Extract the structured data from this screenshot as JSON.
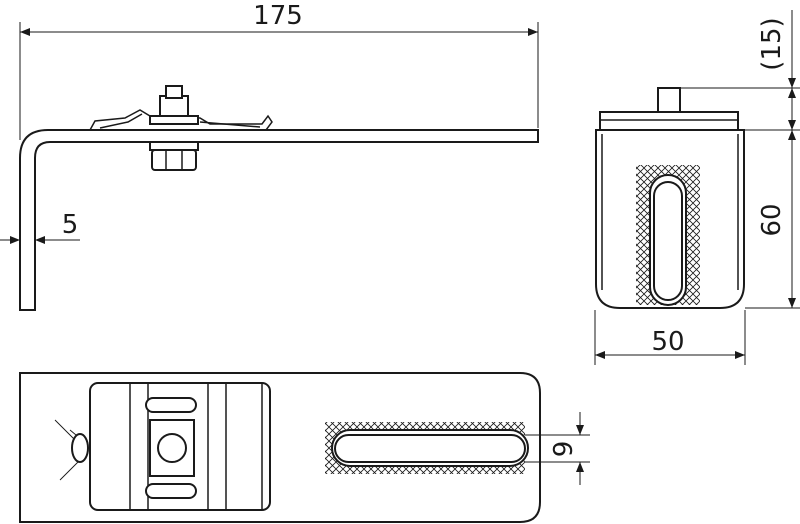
{
  "dimensions": {
    "length": "175",
    "thickness": "5",
    "stud_height": "(15)",
    "height": "60",
    "width": "50",
    "slot_width": "9"
  },
  "colors": {
    "line": "#1a1a1a",
    "background": "#ffffff"
  }
}
